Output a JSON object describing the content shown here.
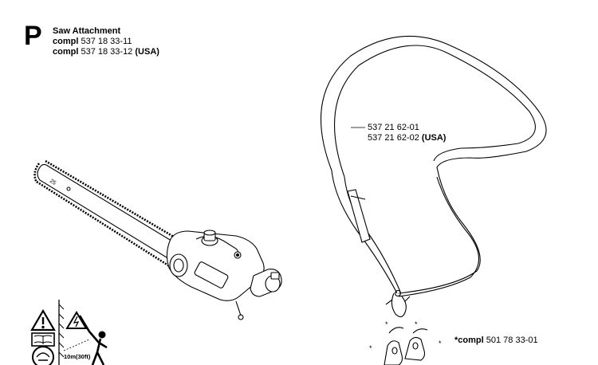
{
  "section": {
    "letter": "P",
    "title": "Saw Attachment",
    "lines": [
      {
        "prefix": "compl",
        "number": "537 18 33-11",
        "suffix": ""
      },
      {
        "prefix": "compl",
        "number": "537 18 33-12",
        "suffix": "(USA)"
      }
    ]
  },
  "harness_part": {
    "line1": "537 21 62-01",
    "line2_number": "537 21 62-02",
    "line2_suffix": "(USA)"
  },
  "clip_part": {
    "prefix": "*compl",
    "number": "501 78 33-01"
  },
  "bar_marking": "25",
  "warning_panel": {
    "distance_text": "10m(30ft)"
  }
}
